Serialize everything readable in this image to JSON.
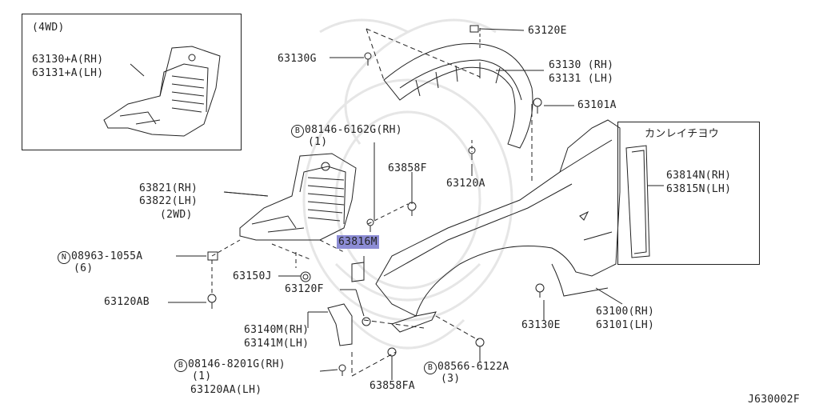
{
  "labels": {
    "variant_4wd": "(4WD)",
    "p63130a": "63130+A(RH)",
    "p63131a": "63131+A(LH)",
    "p63130g": "63130G",
    "p63120e": "63120E",
    "p63130": "63130 (RH)",
    "p63131": "63131 (LH)",
    "p63101a": "63101A",
    "bolt_b_mark": "B",
    "bolt_08146_6162g": "08146-6162G(RH)",
    "qty_1a": "(1)",
    "p63858f": "63858F",
    "p63120a": "63120A",
    "kanrei_title": "カンレイチヨウ",
    "p63814n": "63814N(RH)",
    "p63815n": "63815N(LH)",
    "p63821": "63821(RH)",
    "p63822": "63822(LH)",
    "variant_2wd": "(2WD)",
    "p63816m": "63816M",
    "nut_n_mark": "N",
    "nut_08963_1055a": "08963-1055A",
    "qty_6": "(6)",
    "p63150j": "63150J",
    "p63120f": "63120F",
    "p63120ab": "63120AB",
    "p63140m": "63140M(RH)",
    "p63141m": "63141M(LH)",
    "p63100": "63100(RH)",
    "p63101": "63101(LH)",
    "p63130e": "63130E",
    "bolt_b_mark2": "B",
    "bolt_08146_8201g": "08146-8201G(RH)",
    "qty_1b": "(1)",
    "p63120aa": "63120AA(LH)",
    "bolt_b_mark3": "B",
    "bolt_08566_6122a": "08566-6122A",
    "qty_3": "(3)",
    "p63858fa": "63858FA",
    "diagram_code": "J630002F"
  },
  "colors": {
    "line": "#222222",
    "highlight": "#8c8cd4",
    "watermark": "#e6e6e6"
  }
}
